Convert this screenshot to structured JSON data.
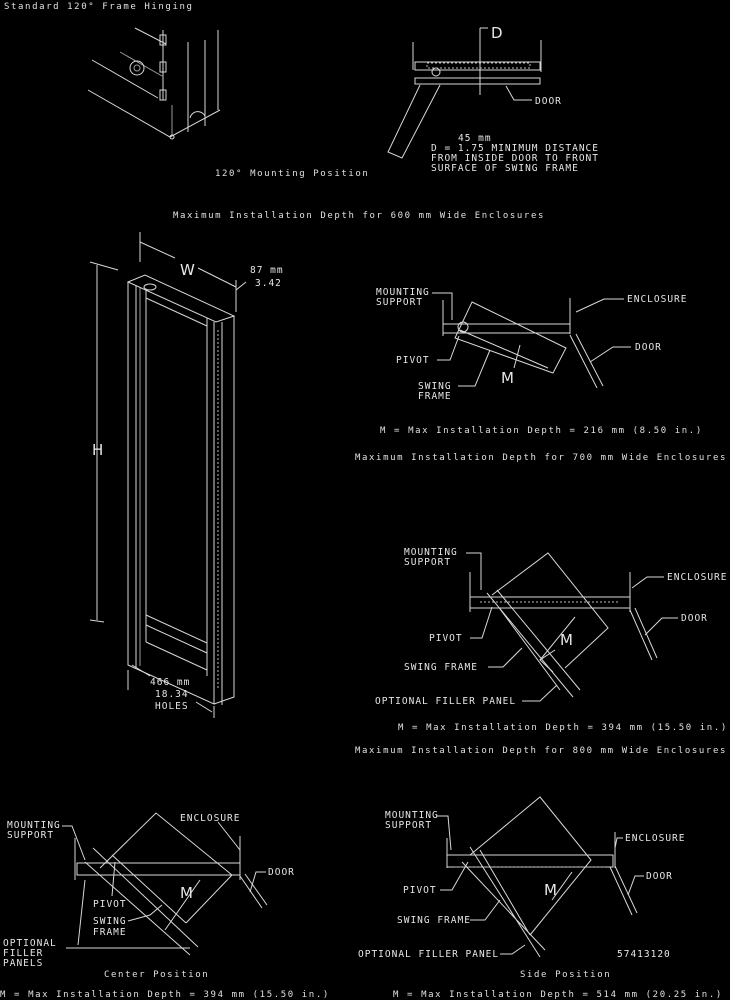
{
  "title": "Standard 120° Frame Hinging",
  "mounting_120": {
    "dimension_label": "D",
    "door_label": "DOOR",
    "note_line1": "45 mm",
    "note_line2": "D = 1.75 MINIMUM DISTANCE",
    "note_line3": "FROM INSIDE DOOR TO FRONT",
    "note_line4": "SURFACE OF SWING FRAME",
    "caption": "120° Mounting Position"
  },
  "frame": {
    "height_label": "H",
    "width_label": "W",
    "depth_mm": "87 mm",
    "depth_in": "3.42",
    "holes_mm": "466 mm",
    "holes_in": "18.34",
    "holes_label": "HOLES"
  },
  "enclosure_600": {
    "heading": "Maximum Installation Depth for 600 mm Wide Enclosures",
    "mounting_support": [
      "MOUNTING",
      "SUPPORT"
    ],
    "enclosure": "ENCLOSURE",
    "door": "DOOR",
    "pivot": "PIVOT",
    "swing_frame": [
      "SWING",
      "FRAME"
    ],
    "m_label": "M",
    "result": "M = Max Installation Depth = 216 mm (8.50 in.)"
  },
  "enclosure_700": {
    "heading": "Maximum Installation Depth for 700 mm Wide Enclosures",
    "mounting_support": [
      "MOUNTING",
      "SUPPORT"
    ],
    "enclosure": "ENCLOSURE",
    "door": "DOOR",
    "pivot": "PIVOT",
    "swing_frame": "SWING FRAME",
    "m_label": "M",
    "filler": "OPTIONAL FILLER PANEL",
    "result": "M = Max Installation Depth = 394 mm (15.50 in.)"
  },
  "enclosure_800": {
    "heading": "Maximum Installation Depth for 800 mm Wide Enclosures",
    "center": {
      "mounting_support": [
        "MOUNTING",
        "SUPPORT"
      ],
      "enclosure": "ENCLOSURE",
      "door": "DOOR",
      "pivot": "PIVOT",
      "swing_frame": [
        "SWING",
        "FRAME"
      ],
      "m_label": "M",
      "filler": [
        "OPTIONAL",
        "FILLER",
        "PANELS"
      ],
      "caption": "Center Position",
      "result": "M = Max Installation Depth = 394 mm (15.50 in.)"
    },
    "side": {
      "mounting_support": [
        "MOUNTING",
        "SUPPORT"
      ],
      "enclosure": "ENCLOSURE",
      "door": "DOOR",
      "pivot": "PIVOT",
      "swing_frame": "SWING FRAME",
      "m_label": "M",
      "filler": "OPTIONAL FILLER PANEL",
      "drawing_number": "57413120",
      "caption": "Side Position",
      "result": "M = Max Installation Depth = 514 mm (20.25 in.)"
    }
  }
}
